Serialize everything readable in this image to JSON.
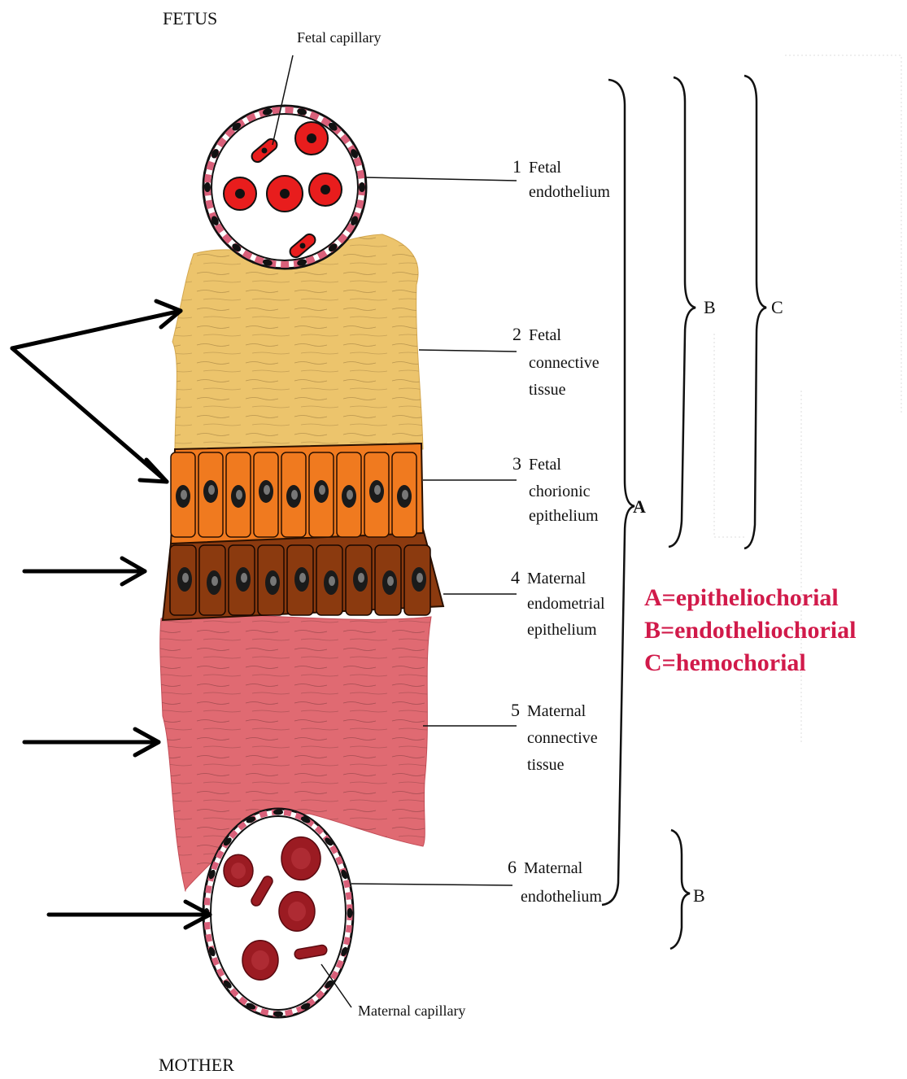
{
  "header": {
    "top_label": "FETUS",
    "bottom_label": "MOTHER"
  },
  "callouts": {
    "fetal_capillary": "Fetal capillary",
    "maternal_capillary": "Maternal capillary"
  },
  "layers": [
    {
      "number": "1",
      "lines": [
        "Fetal",
        "endothelium"
      ]
    },
    {
      "number": "2",
      "lines": [
        "Fetal",
        "connective",
        "tissue"
      ]
    },
    {
      "number": "3",
      "lines": [
        "Fetal",
        "chorionic",
        "epithelium"
      ]
    },
    {
      "number": "4",
      "lines": [
        "Maternal",
        "endometrial",
        "epithelium"
      ]
    },
    {
      "number": "5",
      "lines": [
        "Maternal",
        "connective",
        "tissue"
      ]
    },
    {
      "number": "6",
      "lines": [
        "Maternal",
        "endothelium"
      ]
    }
  ],
  "brackets": {
    "a": "A",
    "b": "B",
    "c": "C",
    "b2": "B"
  },
  "legend": {
    "items": [
      "A=epitheliochorial",
      "B=endotheliochorial",
      "C=hemochorial"
    ],
    "color": "#d11a4a"
  },
  "colors": {
    "fetal_connective": "#ecc46c",
    "fetal_epithelium": "#f07a1f",
    "maternal_epithelium": "#8b3a0f",
    "maternal_connective": "#e06a72",
    "fetal_rbc": "#e81d1d",
    "maternal_rbc": "#9b1b22",
    "endothelium": "#d9607a"
  }
}
